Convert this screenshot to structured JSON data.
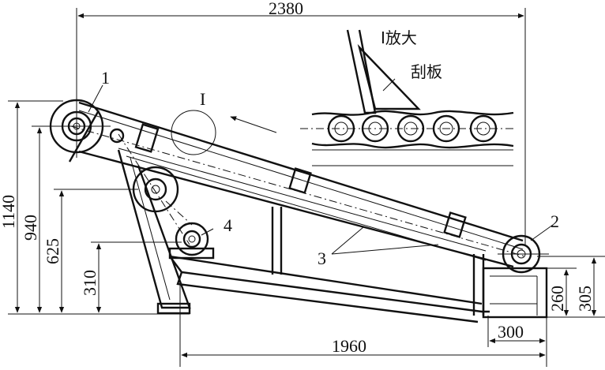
{
  "dimensions": {
    "top_width": "2380",
    "bottom_width": "1960",
    "right_base": "300",
    "height_1140": "1140",
    "height_940": "940",
    "height_625": "625",
    "height_310": "310",
    "right_260": "260",
    "right_305": "305"
  },
  "labels": {
    "part_1": "1",
    "part_2": "2",
    "part_3": "3",
    "part_4": "4",
    "detail_marker": "I",
    "detail_title": "I放大",
    "scraper": "刮板"
  }
}
